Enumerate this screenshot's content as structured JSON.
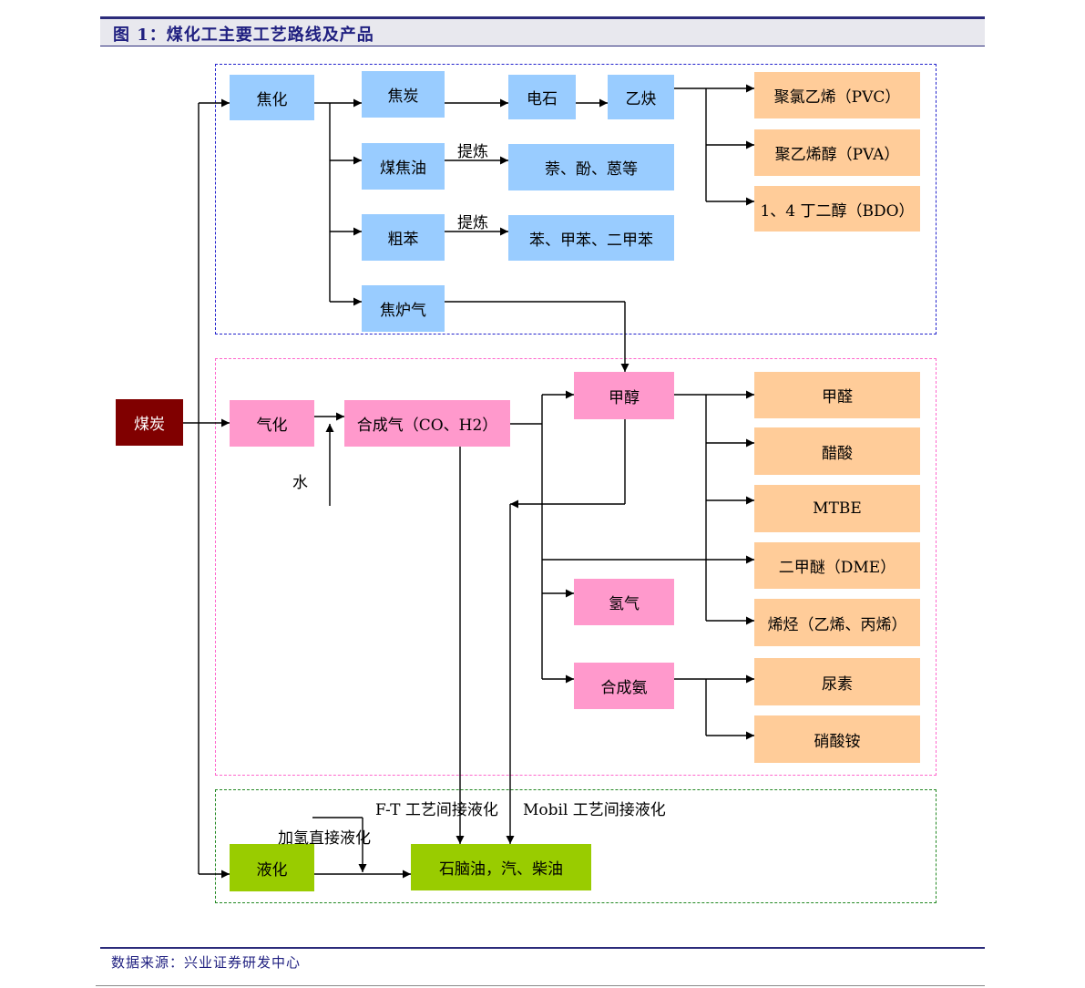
{
  "header": {
    "title": "图 1：煤化工主要工艺路线及产品"
  },
  "nodes": {
    "coal": "煤炭",
    "coking": "焦化",
    "coke": "焦炭",
    "carbide": "电石",
    "acetylene": "乙炔",
    "pvc": "聚氯乙烯（PVC）",
    "pva": "聚乙烯醇（PVA）",
    "bdo": "1、4 丁二醇（BDO）",
    "coal_tar": "煤焦油",
    "naphthalene": "萘、酚、蒽等",
    "crude_benzene": "粗苯",
    "benzene": "苯、甲苯、二甲苯",
    "coke_oven_gas": "焦炉气",
    "gasification": "气化",
    "syngas": "合成气（CO、H2）",
    "methanol": "甲醇",
    "formaldehyde": "甲醛",
    "acetic_acid": "醋酸",
    "mtbe": "MTBE",
    "dme": "二甲醚（DME）",
    "olefins": "烯烃（乙烯、丙烯）",
    "hydrogen": "氢气",
    "ammonia": "合成氨",
    "urea": "尿素",
    "ammonium_nitrate": "硝酸铵",
    "liquefaction": "液化",
    "fuels": "石脑油，汽、柴油"
  },
  "labels": {
    "refine_1": "提炼",
    "refine_2": "提炼",
    "water": "水",
    "ft": "F-T 工艺间接液化",
    "mobil": "Mobil 工艺间接液化",
    "hydro": "加氢直接液化"
  },
  "footer": {
    "source": "数据来源：兴业证券研发中心"
  }
}
